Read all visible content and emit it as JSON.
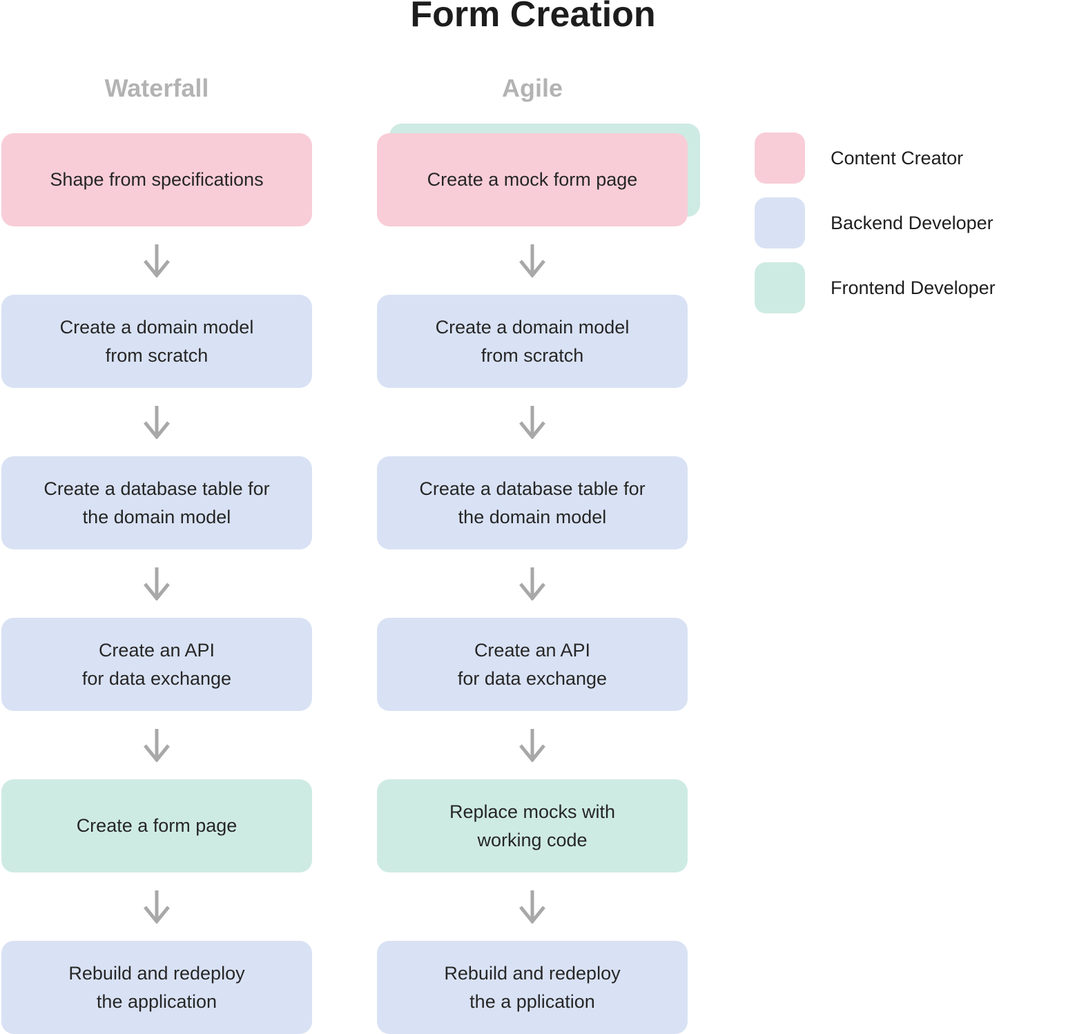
{
  "title": "Form Creation",
  "colors": {
    "content_creator": "#f8cdd8",
    "backend": "#d9e2f4",
    "frontend": "#ceebe3",
    "arrow": "#a8a8a8",
    "column_header": "#b3b3b3"
  },
  "columns": [
    {
      "header": "Waterfall",
      "steps": [
        {
          "role": "content_creator",
          "lines": [
            "Shape from specifications"
          ]
        },
        {
          "role": "backend",
          "lines": [
            "Create a domain model",
            "from scratch"
          ]
        },
        {
          "role": "backend",
          "lines": [
            "Create a database table for",
            "the domain model"
          ]
        },
        {
          "role": "backend",
          "lines": [
            "Create an API",
            "for data exchange"
          ]
        },
        {
          "role": "frontend",
          "lines": [
            "Create a form page"
          ]
        },
        {
          "role": "backend",
          "lines": [
            "Rebuild and redeploy",
            "the application"
          ]
        }
      ]
    },
    {
      "header": "Agile",
      "steps": [
        {
          "role": "content_creator",
          "behind_role": "frontend",
          "lines": [
            "Create a mock form page"
          ]
        },
        {
          "role": "backend",
          "lines": [
            "Create a domain model",
            "from scratch"
          ]
        },
        {
          "role": "backend",
          "lines": [
            "Create a database table for",
            "the domain model"
          ]
        },
        {
          "role": "backend",
          "lines": [
            "Create an API",
            "for data exchange"
          ]
        },
        {
          "role": "frontend",
          "lines": [
            "Replace mocks with",
            "working code"
          ]
        },
        {
          "role": "backend",
          "lines": [
            "Rebuild and redeploy",
            "the a pplication"
          ]
        }
      ]
    }
  ],
  "legend": {
    "items": [
      {
        "label": "Content Creator",
        "color_key": "content_creator"
      },
      {
        "label": "Backend Developer",
        "color_key": "backend"
      },
      {
        "label": "Frontend Developer",
        "color_key": "frontend"
      }
    ]
  }
}
